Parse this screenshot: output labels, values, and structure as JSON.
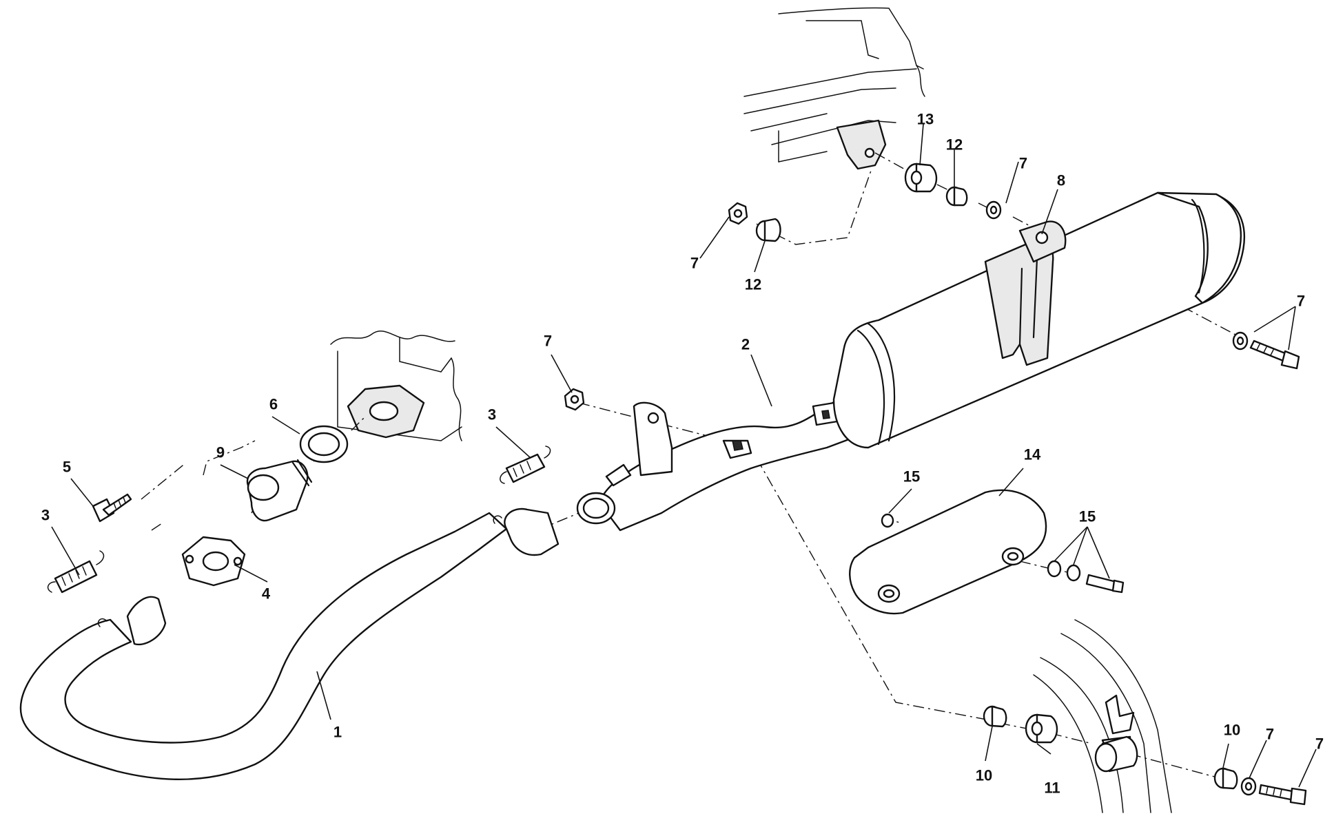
{
  "diagram": {
    "part_numbers": {
      "p1": "1",
      "p2": "2",
      "p3": "3",
      "p4": "4",
      "p5": "5",
      "p6": "6",
      "p7": "7",
      "p8": "8",
      "p9": "9",
      "p10": "10",
      "p11": "11",
      "p12": "12",
      "p13": "13",
      "p14": "14",
      "p15": "15"
    }
  }
}
